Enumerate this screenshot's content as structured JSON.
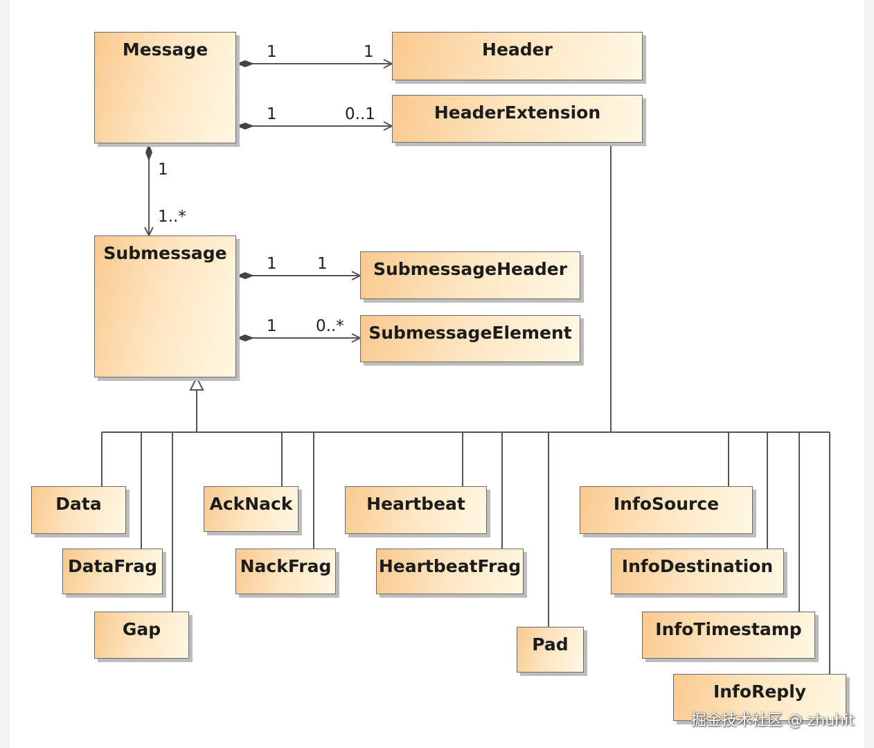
{
  "classes": {
    "message": "Message",
    "header": "Header",
    "header_extension": "HeaderExtension",
    "submessage": "Submessage",
    "submessage_header": "SubmessageHeader",
    "submessage_element": "SubmessageElement",
    "data": "Data",
    "data_frag": "DataFrag",
    "gap": "Gap",
    "ack_nack": "AckNack",
    "nack_frag": "NackFrag",
    "heartbeat": "Heartbeat",
    "heartbeat_frag": "HeartbeatFrag",
    "pad": "Pad",
    "info_source": "InfoSource",
    "info_destination": "InfoDestination",
    "info_timestamp": "InfoTimestamp",
    "info_reply": "InfoReply"
  },
  "relations": {
    "message_header": {
      "source": "1",
      "target": "1"
    },
    "message_header_extension": {
      "source": "1",
      "target": "0..1"
    },
    "message_submessage": {
      "source": "1",
      "target": "1..*"
    },
    "submessage_header": {
      "source": "1",
      "target": "1"
    },
    "submessage_element": {
      "source": "1",
      "target": "0..*"
    }
  },
  "watermark": "掘金技术社区 @ zhuhit"
}
